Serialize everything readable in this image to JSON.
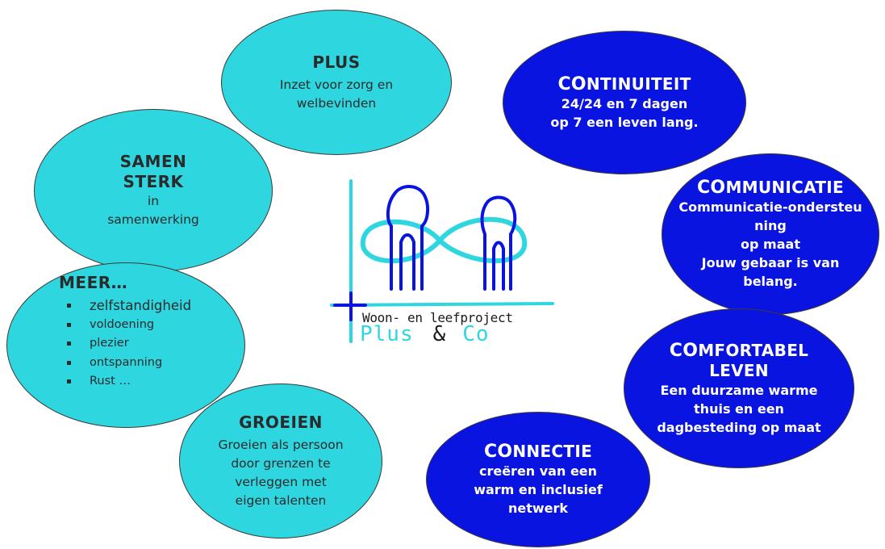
{
  "bubbles": {
    "plus": {
      "title": "PLUS",
      "lines": [
        "Inzet voor zorg en",
        "welbevinden"
      ]
    },
    "samen": {
      "title_lines": [
        "SAMEN",
        "STERK"
      ],
      "lines": [
        "in",
        "samenwerking"
      ]
    },
    "meer": {
      "title": "MEER…",
      "items": [
        "zelfstandigheid",
        "voldoening",
        "plezier",
        "ontspanning",
        "Rust …"
      ]
    },
    "groeien": {
      "title": "GROEIEN",
      "lines": [
        "Groeien als persoon",
        "door grenzen te",
        "verleggen met",
        "eigen talenten"
      ]
    },
    "continuiteit": {
      "title_prefix": "CO",
      "title_rest": "NTINUITEIT",
      "lines": [
        "24/24 en 7 dagen",
        "op 7 een leven lang."
      ]
    },
    "communicatie": {
      "title_prefix": "CO",
      "title_rest": "MMUNICATIE",
      "lines": [
        "Communicatie-ondersteu",
        "ning",
        "op maat",
        "Jouw gebaar is van",
        "belang."
      ]
    },
    "comfortabel": {
      "title_prefix": "CO",
      "title_rest": "MFORTABEL",
      "title_line2": "LEVEN",
      "lines": [
        "Een duurzame warme",
        "thuis en een",
        "dagbesteding op maat"
      ]
    },
    "connectie": {
      "title_prefix": "CO",
      "title_rest": "NNECTIE",
      "lines": [
        "creëren van een",
        "warm en inclusief",
        "netwerk"
      ]
    }
  },
  "logo": {
    "caption": "Woon- en leefproject",
    "name_part1": "Plus",
    "ampersand": "&",
    "name_part2": "Co"
  },
  "colors": {
    "light_bubble": "#2ed6e0",
    "dark_bubble": "#0a14e0",
    "logo_figures": "#0a14e0",
    "logo_infinity": "#2ed6e0"
  }
}
